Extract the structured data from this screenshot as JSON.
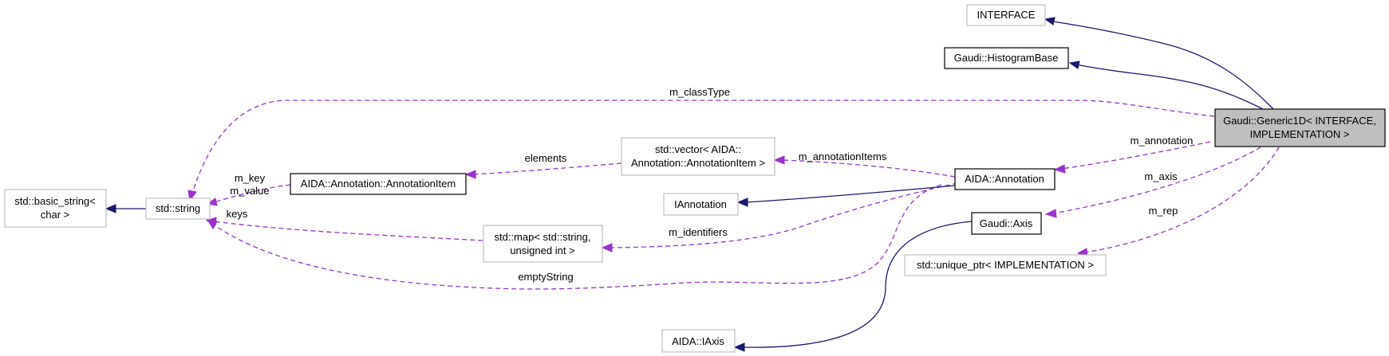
{
  "colors": {
    "inheritance_edge": "#191970",
    "usage_edge": "#9a32cd",
    "focus_node_fill": "#bfbfbf",
    "documented_node_border": "#000000",
    "undocumented_node_border": "#bfbfbf"
  },
  "nodes": {
    "generic1d": {
      "line1": "Gaudi::Generic1D< INTERFACE,",
      "line2": "IMPLEMENTATION >"
    },
    "interface": {
      "label": "INTERFACE"
    },
    "histogram_base": {
      "label": "Gaudi::HistogramBase"
    },
    "std_string": {
      "label": "std::string"
    },
    "basic_string": {
      "line1": "std::basic_string<",
      "line2": "char >"
    },
    "annotation_item": {
      "label": "AIDA::Annotation::AnnotationItem"
    },
    "vector_items": {
      "line1": "std::vector< AIDA::",
      "line2": "Annotation::AnnotationItem >"
    },
    "aida_annotation": {
      "label": "AIDA::Annotation"
    },
    "iannotation": {
      "label": "IAnnotation"
    },
    "map": {
      "line1": "std::map< std::string,",
      "line2": "unsigned int >"
    },
    "gaudi_axis": {
      "label": "Gaudi::Axis"
    },
    "unique_ptr": {
      "label": "std::unique_ptr< IMPLEMENTATION >"
    },
    "aida_iaxis": {
      "label": "AIDA::IAxis"
    }
  },
  "edge_labels": {
    "class_type": "m_classType",
    "annotation": "m_annotation",
    "axis": "m_axis",
    "rep": "m_rep",
    "annotation_items": "m_annotationItems",
    "elements": "elements",
    "key_value_1": "m_key",
    "key_value_2": "m_value",
    "keys": "keys",
    "identifiers": "m_identifiers",
    "empty_string": "emptyString"
  }
}
